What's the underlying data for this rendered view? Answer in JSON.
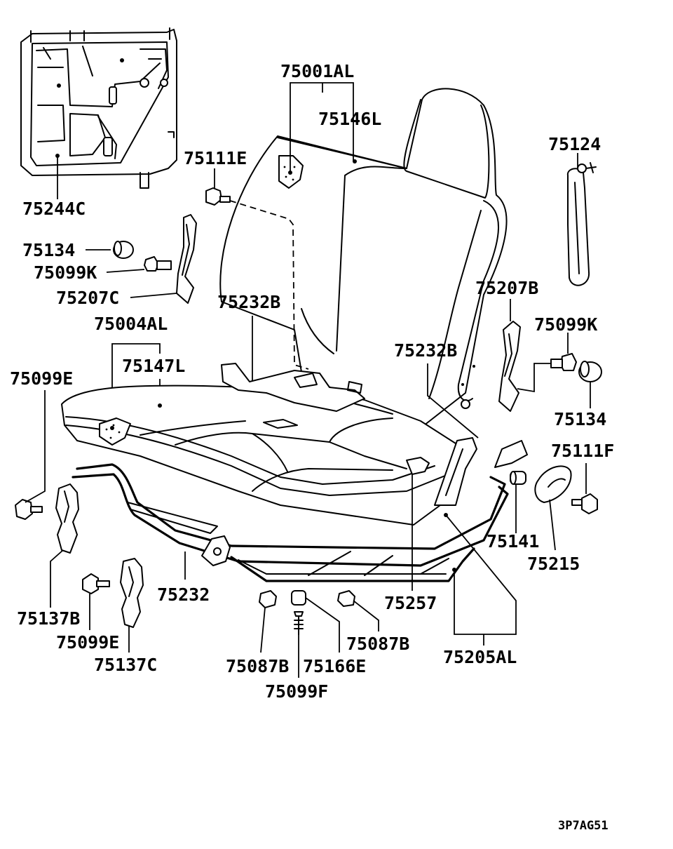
{
  "diagram": {
    "drawing_code": "3P7AG51",
    "callouts": [
      {
        "id": "75244C",
        "label": "75244C"
      },
      {
        "id": "75001AL",
        "label": "75001AL"
      },
      {
        "id": "75146L",
        "label": "75146L"
      },
      {
        "id": "75124",
        "label": "75124"
      },
      {
        "id": "75111E",
        "label": "75111E"
      },
      {
        "id": "75134-left",
        "label": "75134"
      },
      {
        "id": "75099K-left",
        "label": "75099K"
      },
      {
        "id": "75207C",
        "label": "75207C"
      },
      {
        "id": "75232B-left",
        "label": "75232B"
      },
      {
        "id": "75207B",
        "label": "75207B"
      },
      {
        "id": "75004AL",
        "label": "75004AL"
      },
      {
        "id": "75099K-right",
        "label": "75099K"
      },
      {
        "id": "75147L",
        "label": "75147L"
      },
      {
        "id": "75232B-right",
        "label": "75232B"
      },
      {
        "id": "75099E-top",
        "label": "75099E"
      },
      {
        "id": "75134-right",
        "label": "75134"
      },
      {
        "id": "75111F",
        "label": "75111F"
      },
      {
        "id": "75141",
        "label": "75141"
      },
      {
        "id": "75215",
        "label": "75215"
      },
      {
        "id": "75232",
        "label": "75232"
      },
      {
        "id": "75257",
        "label": "75257"
      },
      {
        "id": "75137B",
        "label": "75137B"
      },
      {
        "id": "75099E-bottom",
        "label": "75099E"
      },
      {
        "id": "75087B-right",
        "label": "75087B"
      },
      {
        "id": "75137C",
        "label": "75137C"
      },
      {
        "id": "75205AL",
        "label": "75205AL"
      },
      {
        "id": "75087B-left",
        "label": "75087B"
      },
      {
        "id": "75166E",
        "label": "75166E"
      },
      {
        "id": "75099F",
        "label": "75099F"
      }
    ]
  }
}
